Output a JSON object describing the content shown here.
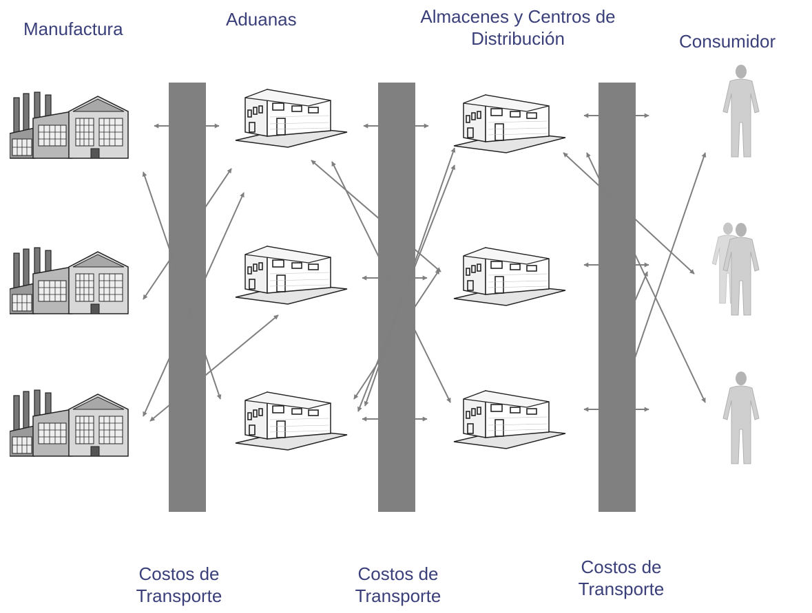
{
  "columns": {
    "manufacturing": "Manufactura",
    "customs": "Aduanas",
    "warehouses": "Almacenes y Centros de Distribución",
    "consumer": "Consumidor"
  },
  "transport_labels": [
    "Costos de Transporte",
    "Costos de Transporte",
    "Costos de Transporte"
  ],
  "colors": {
    "label_text": "#3a3f7a",
    "transport_bar": "#808080",
    "arrow": "#7f7f7f"
  },
  "icons": {
    "factory": "factory-icon",
    "building": "warehouse-building-icon",
    "person": "person-icon"
  }
}
